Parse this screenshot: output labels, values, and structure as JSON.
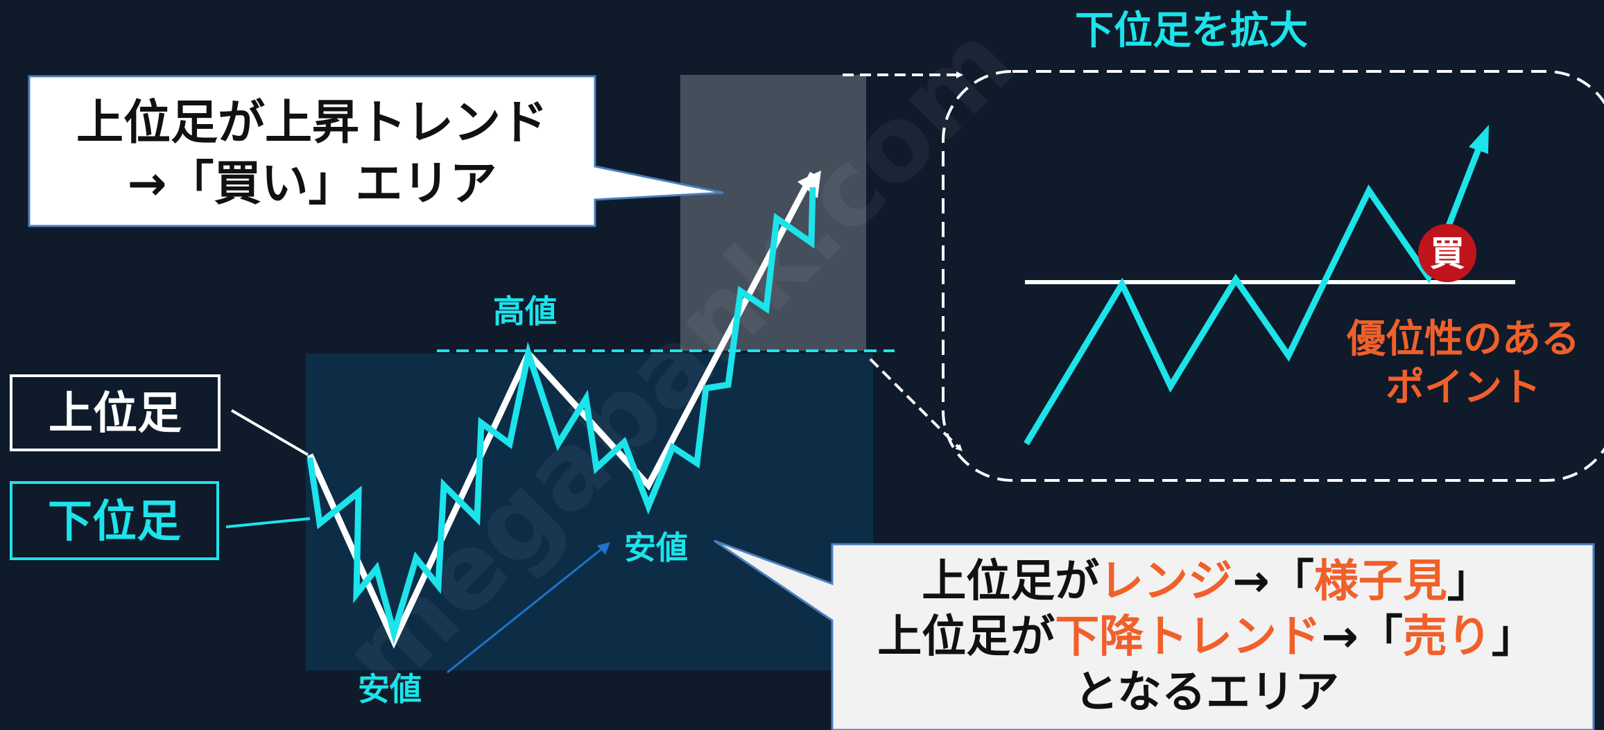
{
  "colors": {
    "background": "#0f1a2b",
    "cyan": "#1de3ea",
    "white": "#ffffff",
    "orange": "#f0602a",
    "buy_red": "#c0141c",
    "upper_zone": "#454f5c",
    "lower_zone": "#0d2d47"
  },
  "zoom_title": "下位足を拡大",
  "callout_uptrend": {
    "line1": "上位足が上昇トレンド",
    "line2": "→「買い」エリア"
  },
  "legend": {
    "higher_tf": "上位足",
    "lower_tf": "下位足"
  },
  "labels": {
    "high": "高値",
    "low_1": "安値",
    "low_2": "安値"
  },
  "zoom_panel": {
    "buy_marker": "買",
    "advantage_line1": "優位性のある",
    "advantage_line2": "ポイント"
  },
  "callout_range": {
    "l1_prefix": "上位足が",
    "l1_highlight": "レンジ",
    "l1_mid": "→「",
    "l1_highlight2": "様子見",
    "l1_suffix": "」",
    "l2_prefix": "上位足が",
    "l2_highlight": "下降トレンド",
    "l2_mid": "→「",
    "l2_highlight2": "売り",
    "l2_suffix": "」",
    "l3": "となるエリア"
  },
  "watermark": "megabank.com"
}
